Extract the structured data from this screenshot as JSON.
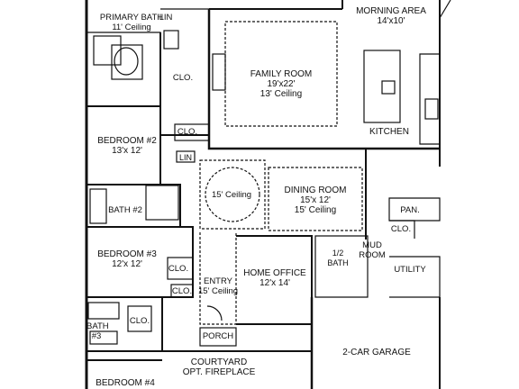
{
  "rooms": {
    "primary_bath": {
      "name": "PRIMARY BATH",
      "ceiling": "11' Ceiling"
    },
    "primary_lin": {
      "name": "LIN"
    },
    "morning_area": {
      "name": "MORNING AREA",
      "size": "14'x10'"
    },
    "family_room": {
      "name": "FAMILY ROOM",
      "size": "19'x22'",
      "ceiling": "13' Ceiling"
    },
    "clo_primary": {
      "name": "CLO."
    },
    "kitchen": {
      "name": "KITCHEN"
    },
    "bedroom2": {
      "name": "BEDROOM #2",
      "size": "13'x 12'"
    },
    "clo_bed2": {
      "name": "CLO."
    },
    "lin_hall": {
      "name": "LIN"
    },
    "rotunda": {
      "ceiling": "15' Ceiling"
    },
    "dining_room": {
      "name": "DINING ROOM",
      "size": "15'x 12'",
      "ceiling": "15' Ceiling"
    },
    "bath2": {
      "name": "BATH #2"
    },
    "pan": {
      "name": "PAN."
    },
    "clo_mud": {
      "name": "CLO."
    },
    "half_bath": {
      "name": "1/2",
      "name2": "BATH"
    },
    "mud_room": {
      "name": "MUD",
      "name2": "ROOM"
    },
    "utility": {
      "name": "UTILITY"
    },
    "bedroom3": {
      "name": "BEDROOM #3",
      "size": "12'x 12'"
    },
    "clo_bed3": {
      "name": "CLO."
    },
    "clo_entry": {
      "name": "CLO."
    },
    "entry": {
      "name": "ENTRY",
      "ceiling": "15' Ceiling"
    },
    "home_office": {
      "name": "HOME OFFICE",
      "size": "12'x 14'"
    },
    "bath3": {
      "name": "BATH",
      "name2": "#3"
    },
    "clo_bath3": {
      "name": "CLO."
    },
    "porch": {
      "name": "PORCH"
    },
    "courtyard": {
      "name": "COURTYARD",
      "name2": "OPT. FIREPLACE"
    },
    "garage": {
      "name": "2-CAR GARAGE"
    },
    "bedroom4": {
      "name": "BEDROOM #4"
    }
  }
}
